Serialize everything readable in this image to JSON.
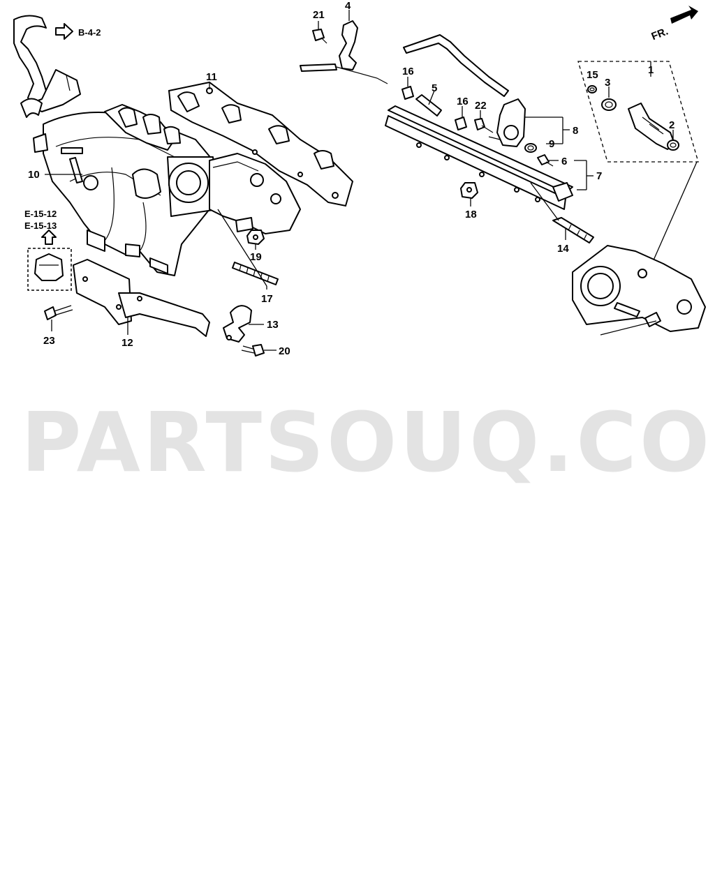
{
  "labels": {
    "p1": "1",
    "p2": "2",
    "p3": "3",
    "p4": "4",
    "p5": "5",
    "p6": "6",
    "p7": "7",
    "p8": "8",
    "p9": "9",
    "p10": "10",
    "p11": "11",
    "p12": "12",
    "p13": "13",
    "p14": "14",
    "p15": "15",
    "p16a": "16",
    "p16b": "16",
    "p17": "17",
    "p18": "18",
    "p19": "19",
    "p20": "20",
    "p21": "21",
    "p22": "22",
    "p23": "23"
  },
  "refs": {
    "b42": "B-4-2",
    "e1512": "E-15-12",
    "e1513": "E-15-13",
    "front": "FR."
  },
  "watermark": "PARTSOUQ.COM"
}
